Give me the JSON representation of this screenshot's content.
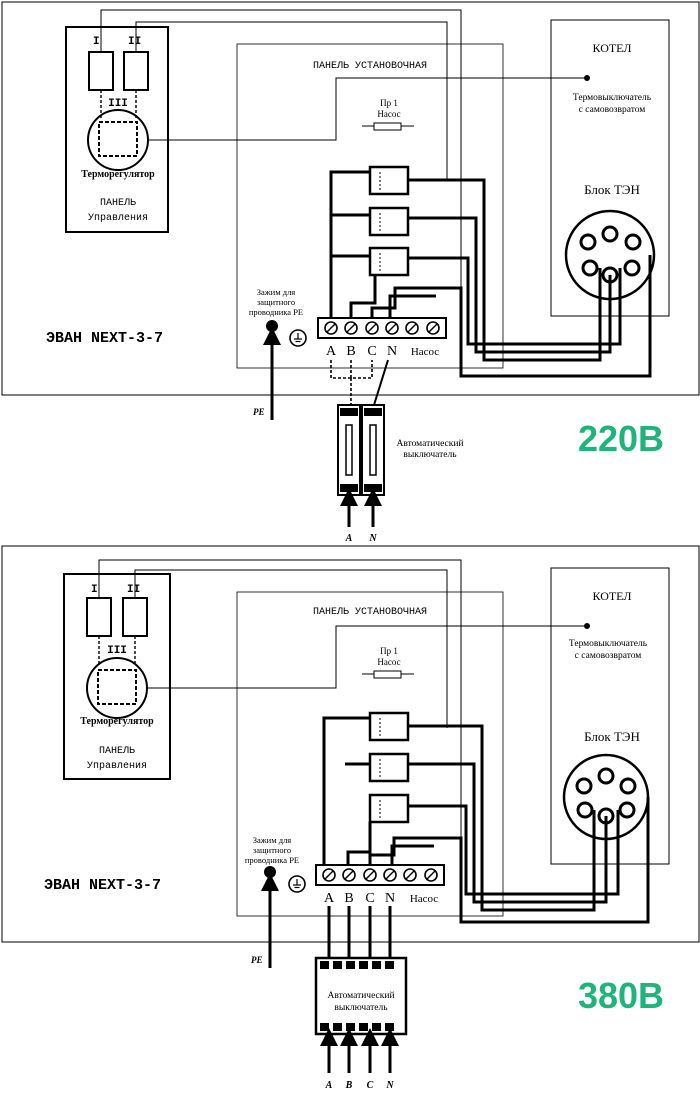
{
  "top": {
    "model": "ЭВАН NEXT-3-7",
    "panel_title": "ПАНЕЛЬ УСТАНОВОЧНАЯ",
    "boiler": "КОТЕЛ",
    "thermo_switch_1": "Термовыключатель",
    "thermo_switch_2": "с самовозвратом",
    "heater_block": "Блок ТЭН",
    "fuse_1": "Пр 1",
    "fuse_2": "Насос",
    "control_panel_1": "ПАНЕЛЬ",
    "control_panel_2": "Управления",
    "thermostat": "Терморегулятор",
    "roman_1": "I",
    "roman_2": "II",
    "roman_3": "III",
    "pe_clamp_1": "Зажим для",
    "pe_clamp_2": "защитного",
    "pe_clamp_3": "проводника PE",
    "term_a": "A",
    "term_b": "B",
    "term_c": "C",
    "term_n": "N",
    "pump": "Насос",
    "pe": "PE",
    "breaker_1": "Автоматический",
    "breaker_2": "выключатель",
    "input_1": "A",
    "input_2": "N",
    "voltage": "220В",
    "voltage_color": "#1fb57a"
  },
  "bottom": {
    "model": "ЭВАН NEXT-3-7",
    "panel_title": "ПАНЕЛЬ УСТАНОВОЧНАЯ",
    "boiler": "КОТЕЛ",
    "thermo_switch_1": "Термовыключатель",
    "thermo_switch_2": "с самовозвратом",
    "heater_block": "Блок ТЭН",
    "fuse_1": "Пр 1",
    "fuse_2": "Насос",
    "control_panel_1": "ПАНЕЛЬ",
    "control_panel_2": "Управления",
    "thermostat": "Терморегулятор",
    "roman_1": "I",
    "roman_2": "II",
    "roman_3": "III",
    "pe_clamp_1": "Зажим для",
    "pe_clamp_2": "защитного",
    "pe_clamp_3": "проводника PE",
    "term_a": "A",
    "term_b": "B",
    "term_c": "C",
    "term_n": "N",
    "pump": "Насос",
    "pe": "PE",
    "breaker_1": "Автоматический",
    "breaker_2": "выключатель",
    "input_1": "A",
    "input_2": "B",
    "input_3": "C",
    "input_4": "N",
    "voltage": "380В",
    "voltage_color": "#1fb57a"
  }
}
